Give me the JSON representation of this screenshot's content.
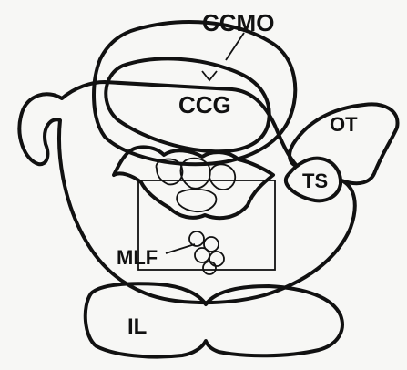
{
  "labels": {
    "ccmo": "CCMO",
    "ccg": "CCG",
    "ot": "OT",
    "ts": "TS",
    "mlf": "MLF",
    "il": "IL"
  },
  "colors": {
    "ink": "#111111",
    "paper": "#f7f7f5"
  }
}
